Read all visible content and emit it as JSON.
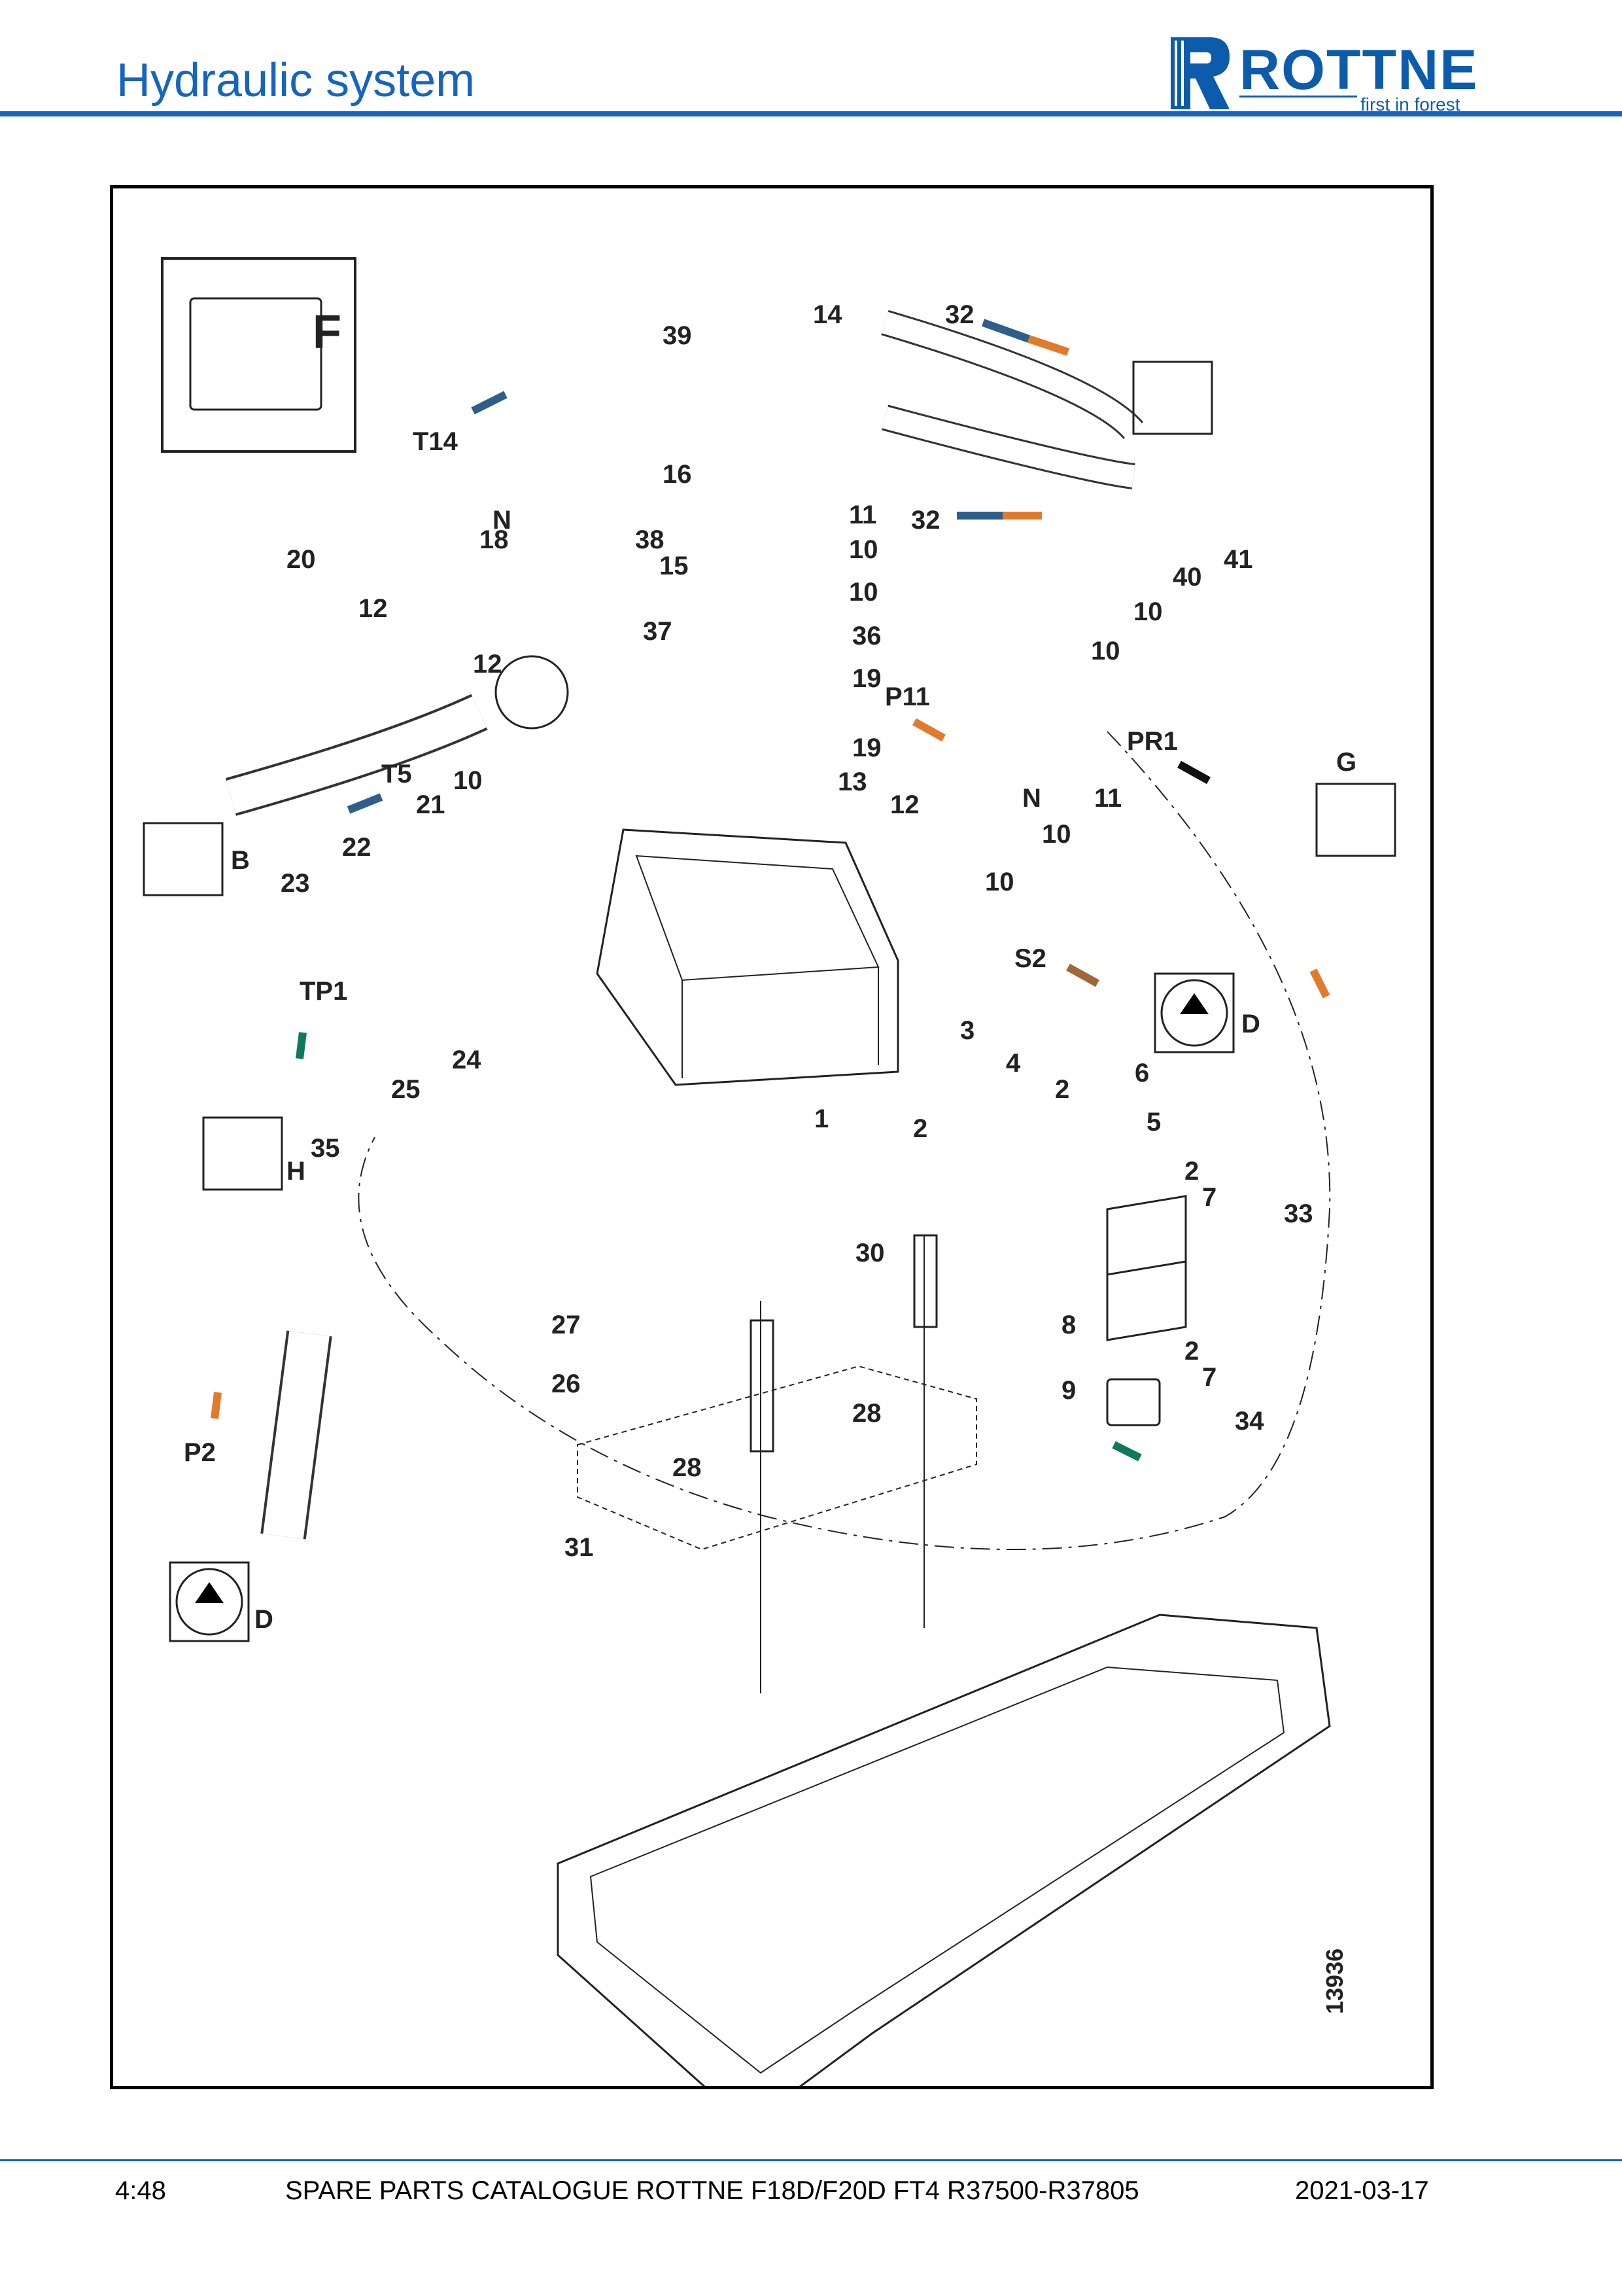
{
  "header": {
    "title": "Hydraulic system"
  },
  "logo": {
    "wordmark": "ROTTNE",
    "tagline": "first in forest",
    "color": "#0d5cab"
  },
  "diagram": {
    "connector_label_F": "F",
    "drawing_number": "13936",
    "callouts": [
      "1",
      "2",
      "2",
      "2",
      "2",
      "3",
      "4",
      "5",
      "6",
      "7",
      "7",
      "8",
      "9",
      "10",
      "10",
      "10",
      "10",
      "10",
      "10",
      "10",
      "11",
      "11",
      "12",
      "12",
      "12",
      "13",
      "14",
      "15",
      "16",
      "18",
      "19",
      "19",
      "20",
      "21",
      "22",
      "23",
      "24",
      "25",
      "26",
      "27",
      "28",
      "28",
      "30",
      "31",
      "32",
      "32",
      "33",
      "34",
      "35",
      "36",
      "37",
      "38",
      "39",
      "40",
      "41"
    ],
    "port_labels": [
      "T14",
      "N",
      "P11",
      "N",
      "T5",
      "B",
      "TP1",
      "H",
      "PR1",
      "G",
      "S2",
      "D",
      "P2",
      "D"
    ],
    "arrow_colors": {
      "blue": "#2e5f8a",
      "orange": "#e07b2e",
      "green": "#0e7a5c",
      "brown": "#a0683a",
      "black": "#111111"
    }
  },
  "footer": {
    "page": "4:48",
    "catalogue": "SPARE PARTS CATALOGUE ROTTNE F18D/F20D FT4 R37500-R37805",
    "date": "2021-03-17"
  }
}
